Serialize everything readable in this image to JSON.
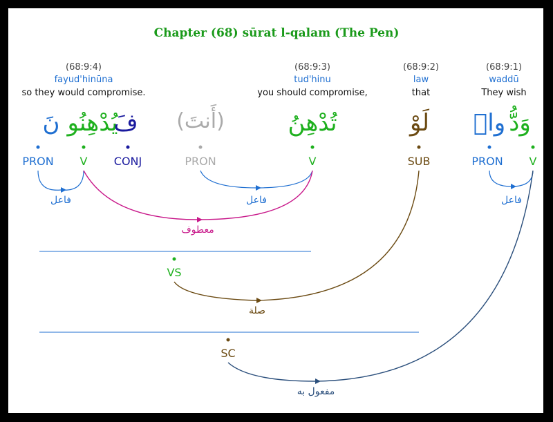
{
  "title": "Chapter (68) sūrat l-qalam (The Pen)",
  "words": [
    {
      "id": "w4",
      "ref": "(68:9:4)",
      "translit": "fayud'hinūna",
      "gloss": "so they would compromise."
    },
    {
      "id": "w3",
      "ref": "(68:9:3)",
      "translit": "tud'hinu",
      "gloss": "you should compromise,"
    },
    {
      "id": "w2",
      "ref": "(68:9:2)",
      "translit": "law",
      "gloss": "that"
    },
    {
      "id": "w1",
      "ref": "(68:9:1)",
      "translit": "waddū",
      "gloss": "They wish"
    }
  ],
  "arabic": {
    "w4_conj": "فَ",
    "w4_verb": "يُدْهِنُو",
    "w4_pron": "نَ",
    "hidden_pron": "(أَنتَ)",
    "w3": "تُدْهِنُ",
    "w2": "لَوْ",
    "w1_verb": "وَدُّ",
    "w1_pron": "وا۟"
  },
  "tags": {
    "t1": "PRON",
    "t2": "V",
    "t3": "CONJ",
    "t4": "PRON",
    "t5": "V",
    "t6": "SUB",
    "t7": "PRON",
    "t8": "V"
  },
  "relations": {
    "subj1": "فاعل",
    "subj2": "فاعل",
    "subj3": "فاعل",
    "conj": "معطوف",
    "sila": "صلة",
    "obj": "مفعول به"
  },
  "nodes": {
    "vs": "VS",
    "sc": "SC"
  },
  "colors": {
    "green": "#1eb01e",
    "blue": "#1f6fd1",
    "navy": "#1a1a9e",
    "gray": "#aaaaaa",
    "brown": "#6b4a12",
    "magenta": "#c8188a",
    "darkblue": "#2b4f7c"
  }
}
